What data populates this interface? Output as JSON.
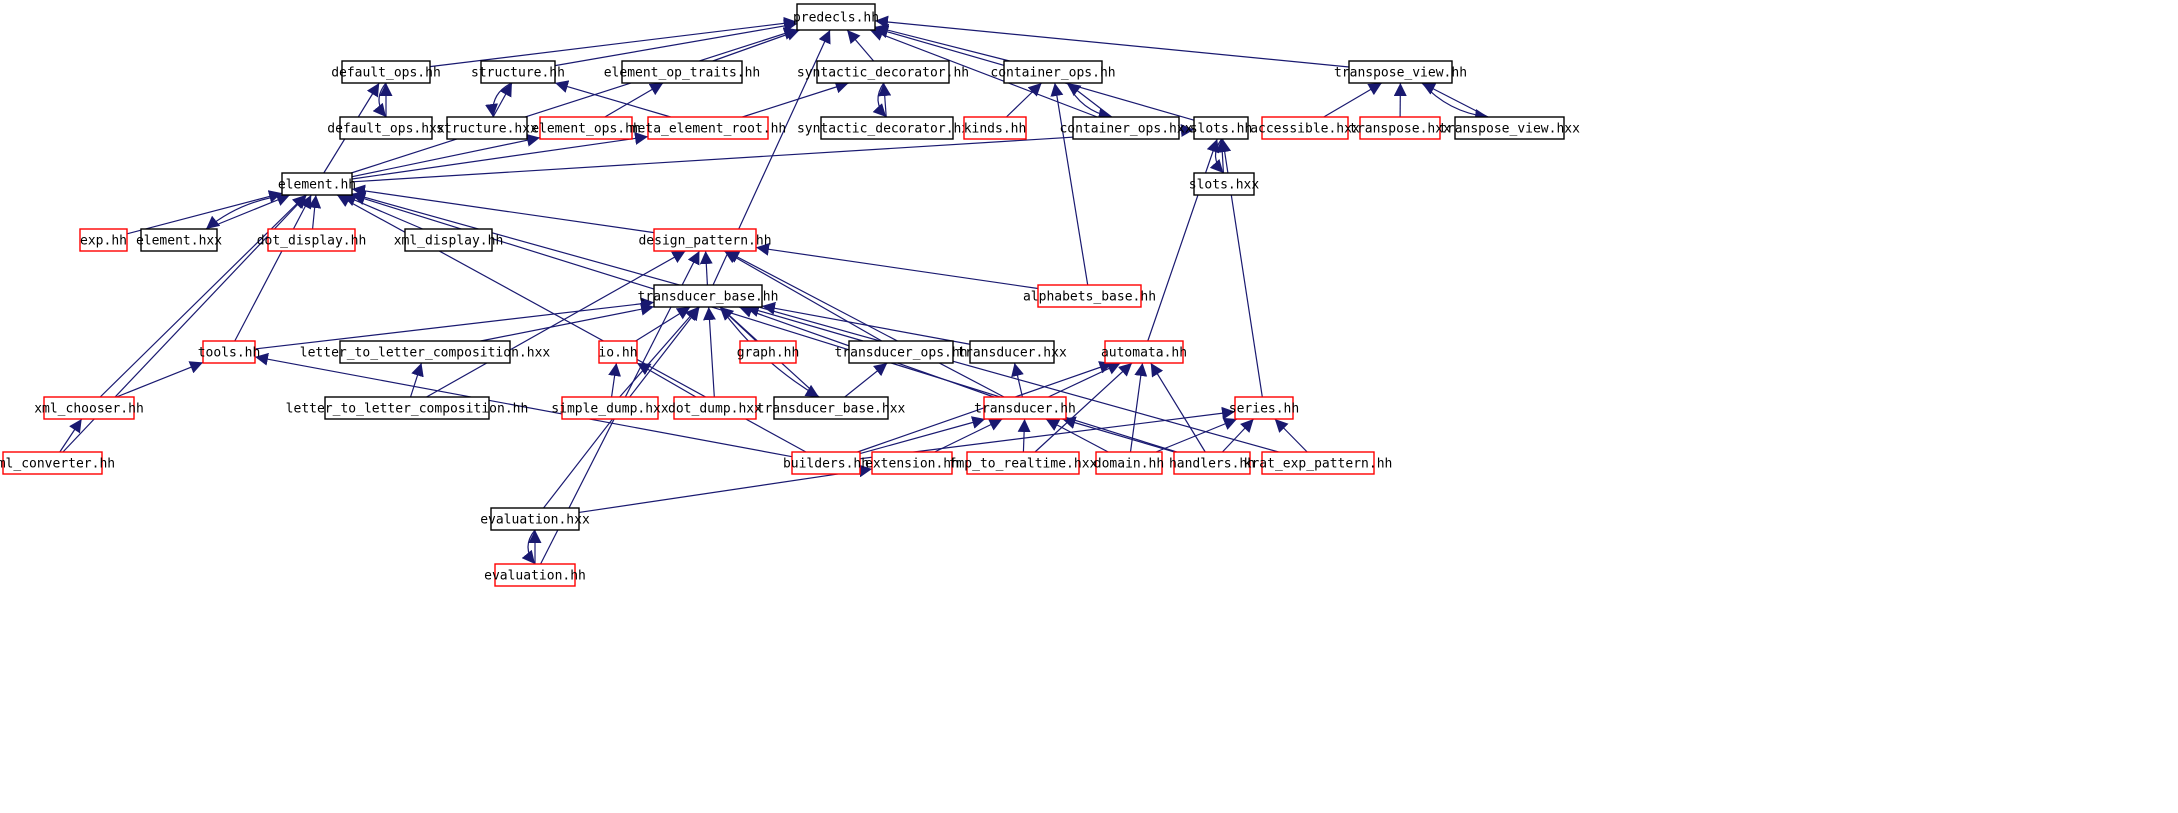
{
  "graph": {
    "colors": {
      "edge": "#191970",
      "arrow": "#191970",
      "focus_fill": "#bfbfbf",
      "documented_border": "#000000",
      "undocumented_border": "#ff0000"
    },
    "nodes": [
      {
        "id": "predecls_hh",
        "label": "predecls.hh",
        "style": "focus"
      },
      {
        "id": "default_ops_hh",
        "label": "default_ops.hh",
        "style": "documented"
      },
      {
        "id": "structure_hh",
        "label": "structure.hh",
        "style": "documented"
      },
      {
        "id": "element_op_traits_hh",
        "label": "element_op_traits.hh",
        "style": "documented"
      },
      {
        "id": "syntactic_decorator_hh",
        "label": "syntactic_decorator.hh",
        "style": "documented"
      },
      {
        "id": "container_ops_hh",
        "label": "container_ops.hh",
        "style": "documented"
      },
      {
        "id": "transpose_view_hh",
        "label": "transpose_view.hh",
        "style": "documented"
      },
      {
        "id": "default_ops_hxx",
        "label": "default_ops.hxx",
        "style": "documented"
      },
      {
        "id": "structure_hxx",
        "label": "structure.hxx",
        "style": "documented"
      },
      {
        "id": "element_ops_hh",
        "label": "element_ops.hh",
        "style": "undocumented"
      },
      {
        "id": "meta_element_root_hh",
        "label": "meta_element_root.hh",
        "style": "undocumented"
      },
      {
        "id": "syntactic_decorator_hxx",
        "label": "syntactic_decorator.hxx",
        "style": "documented"
      },
      {
        "id": "kinds_hh",
        "label": "kinds.hh",
        "style": "undocumented"
      },
      {
        "id": "container_ops_hxx",
        "label": "container_ops.hxx",
        "style": "documented"
      },
      {
        "id": "slots_hh",
        "label": "slots.hh",
        "style": "documented"
      },
      {
        "id": "accessible_hxx",
        "label": "accessible.hxx",
        "style": "undocumented"
      },
      {
        "id": "transpose_hxx",
        "label": "transpose.hxx",
        "style": "undocumented"
      },
      {
        "id": "transpose_view_hxx",
        "label": "transpose_view.hxx",
        "style": "documented"
      },
      {
        "id": "element_hh",
        "label": "element.hh",
        "style": "documented"
      },
      {
        "id": "slots_hxx",
        "label": "slots.hxx",
        "style": "documented"
      },
      {
        "id": "exp_hh",
        "label": "exp.hh",
        "style": "undocumented"
      },
      {
        "id": "element_hxx",
        "label": "element.hxx",
        "style": "documented"
      },
      {
        "id": "dot_display_hh",
        "label": "dot_display.hh",
        "style": "undocumented"
      },
      {
        "id": "xml_display_hh",
        "label": "xml_display.hh",
        "style": "documented"
      },
      {
        "id": "design_pattern_hh",
        "label": "design_pattern.hh",
        "style": "undocumented"
      },
      {
        "id": "alphabets_base_hh",
        "label": "alphabets_base.hh",
        "style": "undocumented"
      },
      {
        "id": "transducer_base_hh",
        "label": "transducer_base.hh",
        "style": "documented"
      },
      {
        "id": "tools_hh",
        "label": "tools.hh",
        "style": "undocumented"
      },
      {
        "id": "letter_to_letter_composition_hxx",
        "label": "letter_to_letter_composition.hxx",
        "style": "documented"
      },
      {
        "id": "io_hh",
        "label": "io.hh",
        "style": "undocumented"
      },
      {
        "id": "graph_hh",
        "label": "graph.hh",
        "style": "undocumented"
      },
      {
        "id": "transducer_ops_hh",
        "label": "transducer_ops.hh",
        "style": "documented"
      },
      {
        "id": "transducer_hxx",
        "label": "transducer.hxx",
        "style": "documented"
      },
      {
        "id": "automata_hh",
        "label": "automata.hh",
        "style": "undocumented"
      },
      {
        "id": "xml_chooser_hh",
        "label": "xml_chooser.hh",
        "style": "undocumented"
      },
      {
        "id": "letter_to_letter_composition_hh",
        "label": "letter_to_letter_composition.hh",
        "style": "documented"
      },
      {
        "id": "simple_dump_hxx",
        "label": "simple_dump.hxx",
        "style": "undocumented"
      },
      {
        "id": "dot_dump_hxx",
        "label": "dot_dump.hxx",
        "style": "undocumented"
      },
      {
        "id": "transducer_base_hxx",
        "label": "transducer_base.hxx",
        "style": "documented"
      },
      {
        "id": "transducer_hh",
        "label": "transducer.hh",
        "style": "undocumented"
      },
      {
        "id": "series_hh",
        "label": "series.hh",
        "style": "undocumented"
      },
      {
        "id": "xml_converter_hh",
        "label": "xml_converter.hh",
        "style": "undocumented"
      },
      {
        "id": "builders_hh",
        "label": "builders.hh",
        "style": "undocumented"
      },
      {
        "id": "extension_hh",
        "label": "extension.hh",
        "style": "undocumented"
      },
      {
        "id": "fmp_to_realtime_hxx",
        "label": "fmp_to_realtime.hxx",
        "style": "undocumented"
      },
      {
        "id": "domain_hh",
        "label": "domain.hh",
        "style": "undocumented"
      },
      {
        "id": "handlers_hh",
        "label": "handlers.hh",
        "style": "undocumented"
      },
      {
        "id": "krat_exp_pattern_hh",
        "label": "krat_exp_pattern.hh",
        "style": "undocumented"
      },
      {
        "id": "evaluation_hxx",
        "label": "evaluation.hxx",
        "style": "documented"
      },
      {
        "id": "evaluation_hh",
        "label": "evaluation.hh",
        "style": "undocumented"
      }
    ],
    "edges": [
      [
        "default_ops_hh",
        "predecls_hh"
      ],
      [
        "structure_hh",
        "predecls_hh"
      ],
      [
        "element_op_traits_hh",
        "predecls_hh"
      ],
      [
        "syntactic_decorator_hh",
        "predecls_hh"
      ],
      [
        "container_ops_hh",
        "predecls_hh"
      ],
      [
        "transpose_view_hh",
        "predecls_hh"
      ],
      [
        "element_hh",
        "predecls_hh"
      ],
      [
        "transducer_base_hh",
        "predecls_hh"
      ],
      [
        "slots_hh",
        "predecls_hh"
      ],
      [
        "container_ops_hxx",
        "predecls_hh"
      ],
      [
        "default_ops_hxx",
        "default_ops_hh"
      ],
      [
        "element_hh",
        "default_ops_hh"
      ],
      [
        "default_ops_hh",
        "default_ops_hxx"
      ],
      [
        "structure_hxx",
        "structure_hh"
      ],
      [
        "meta_element_root_hh",
        "structure_hh"
      ],
      [
        "structure_hh",
        "structure_hxx"
      ],
      [
        "element_ops_hh",
        "element_op_traits_hh"
      ],
      [
        "meta_element_root_hh",
        "syntactic_decorator_hh"
      ],
      [
        "syntactic_decorator_hxx",
        "syntactic_decorator_hh"
      ],
      [
        "syntactic_decorator_hh",
        "syntactic_decorator_hxx"
      ],
      [
        "kinds_hh",
        "container_ops_hh"
      ],
      [
        "container_ops_hxx",
        "container_ops_hh"
      ],
      [
        "alphabets_base_hh",
        "container_ops_hh"
      ],
      [
        "container_ops_hh",
        "container_ops_hxx"
      ],
      [
        "accessible_hxx",
        "transpose_view_hh"
      ],
      [
        "transpose_hxx",
        "transpose_view_hh"
      ],
      [
        "transpose_view_hxx",
        "transpose_view_hh"
      ],
      [
        "transpose_view_hh",
        "transpose_view_hxx"
      ],
      [
        "element_hh",
        "element_ops_hh"
      ],
      [
        "element_hh",
        "meta_element_root_hh"
      ],
      [
        "element_hh",
        "slots_hh"
      ],
      [
        "slots_hxx",
        "slots_hh"
      ],
      [
        "automata_hh",
        "slots_hh"
      ],
      [
        "series_hh",
        "slots_hh"
      ],
      [
        "slots_hh",
        "slots_hxx"
      ],
      [
        "exp_hh",
        "element_hh"
      ],
      [
        "element_hxx",
        "element_hh"
      ],
      [
        "dot_display_hh",
        "element_hh"
      ],
      [
        "xml_display_hh",
        "element_hh"
      ],
      [
        "design_pattern_hh",
        "element_hh"
      ],
      [
        "tools_hh",
        "element_hh"
      ],
      [
        "xml_chooser_hh",
        "element_hh"
      ],
      [
        "xml_converter_hh",
        "element_hh"
      ],
      [
        "builders_hh",
        "element_hh"
      ],
      [
        "handlers_hh",
        "element_hh"
      ],
      [
        "krat_exp_pattern_hh",
        "element_hh"
      ],
      [
        "element_hh",
        "element_hxx"
      ],
      [
        "transducer_base_hh",
        "design_pattern_hh"
      ],
      [
        "alphabets_base_hh",
        "design_pattern_hh"
      ],
      [
        "transducer_ops_hh",
        "design_pattern_hh"
      ],
      [
        "transducer_hh",
        "design_pattern_hh"
      ],
      [
        "letter_to_letter_composition_hh",
        "design_pattern_hh"
      ],
      [
        "evaluation_hh",
        "design_pattern_hh"
      ],
      [
        "tools_hh",
        "transducer_base_hh"
      ],
      [
        "letter_to_letter_composition_hxx",
        "transducer_base_hh"
      ],
      [
        "io_hh",
        "transducer_base_hh"
      ],
      [
        "simple_dump_hxx",
        "transducer_base_hh"
      ],
      [
        "dot_dump_hxx",
        "transducer_base_hh"
      ],
      [
        "graph_hh",
        "transducer_base_hh"
      ],
      [
        "transducer_base_hxx",
        "transducer_base_hh"
      ],
      [
        "transducer_ops_hh",
        "transducer_base_hh"
      ],
      [
        "transducer_hxx",
        "transducer_base_hh"
      ],
      [
        "transducer_hh",
        "transducer_base_hh"
      ],
      [
        "evaluation_hxx",
        "transducer_base_hh"
      ],
      [
        "transducer_base_hh",
        "transducer_base_hxx"
      ],
      [
        "xml_chooser_hh",
        "tools_hh"
      ],
      [
        "builders_hh",
        "tools_hh"
      ],
      [
        "letter_to_letter_composition_hh",
        "letter_to_letter_composition_hxx"
      ],
      [
        "simple_dump_hxx",
        "io_hh"
      ],
      [
        "dot_dump_hxx",
        "io_hh"
      ],
      [
        "transducer_base_hxx",
        "transducer_ops_hh"
      ],
      [
        "transducer_hh",
        "transducer_hxx"
      ],
      [
        "transducer_hh",
        "automata_hh"
      ],
      [
        "builders_hh",
        "automata_hh"
      ],
      [
        "fmp_to_realtime_hxx",
        "automata_hh"
      ],
      [
        "domain_hh",
        "automata_hh"
      ],
      [
        "handlers_hh",
        "automata_hh"
      ],
      [
        "xml_converter_hh",
        "xml_chooser_hh"
      ],
      [
        "builders_hh",
        "transducer_hh"
      ],
      [
        "extension_hh",
        "transducer_hh"
      ],
      [
        "fmp_to_realtime_hxx",
        "transducer_hh"
      ],
      [
        "domain_hh",
        "transducer_hh"
      ],
      [
        "handlers_hh",
        "transducer_hh"
      ],
      [
        "builders_hh",
        "series_hh"
      ],
      [
        "domain_hh",
        "series_hh"
      ],
      [
        "handlers_hh",
        "series_hh"
      ],
      [
        "krat_exp_pattern_hh",
        "series_hh"
      ],
      [
        "evaluation_hxx",
        "extension_hh"
      ],
      [
        "evaluation_hh",
        "evaluation_hxx"
      ],
      [
        "evaluation_hxx",
        "evaluation_hh"
      ]
    ]
  }
}
